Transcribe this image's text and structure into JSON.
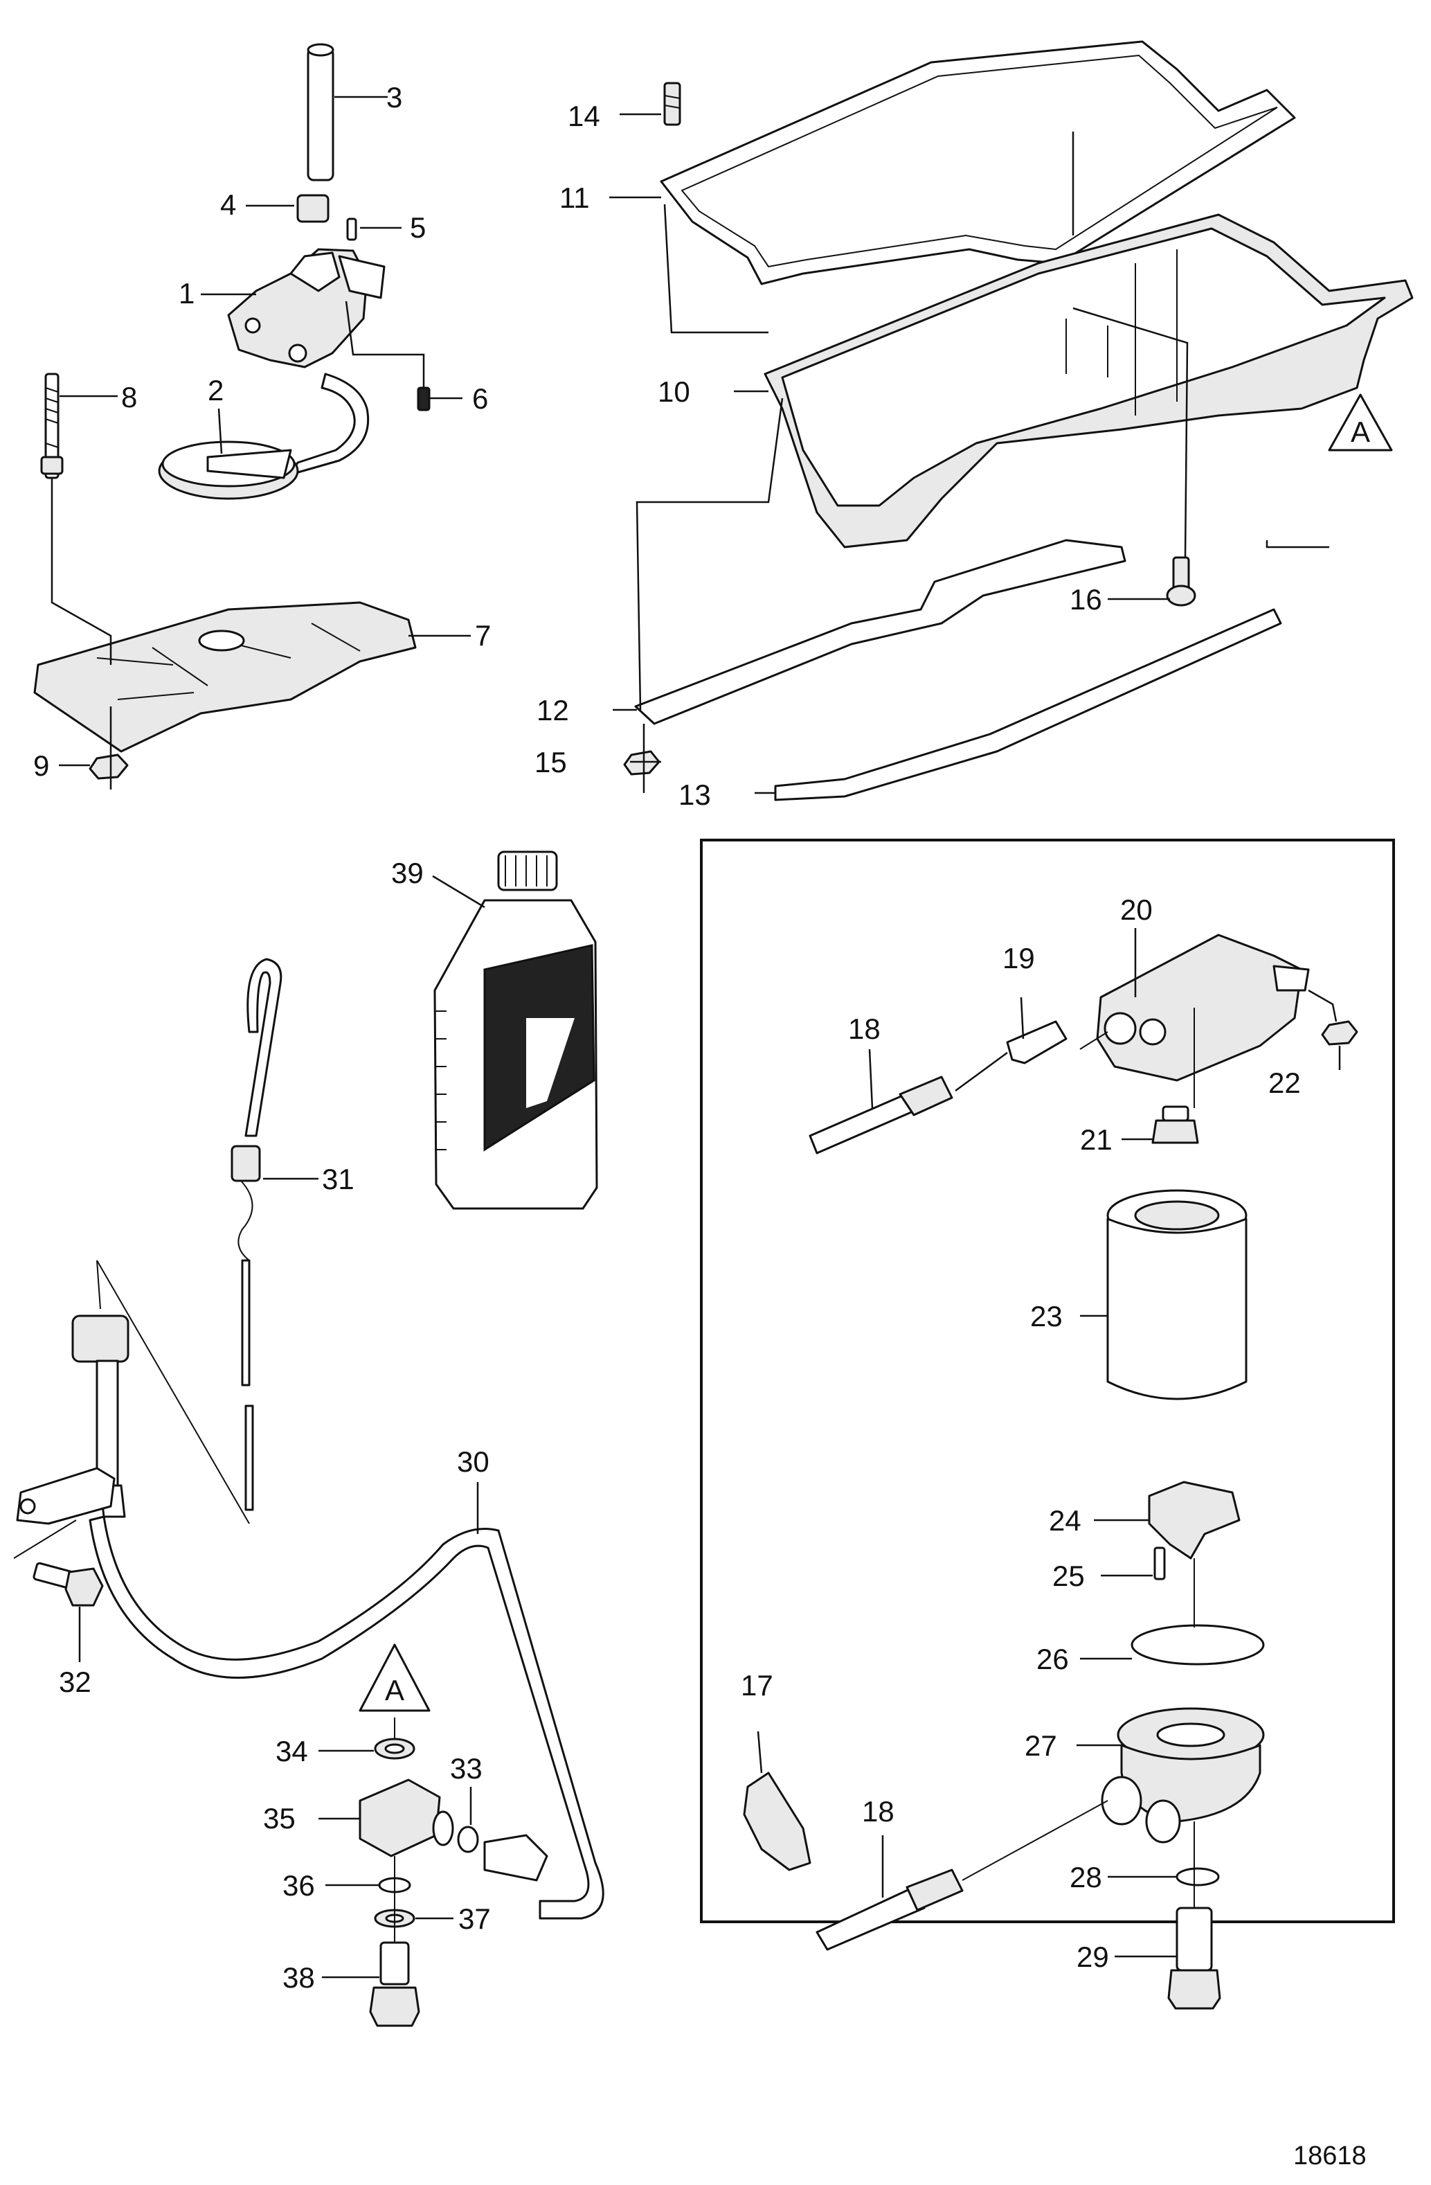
{
  "figure_number": "18618",
  "reference_marker": "A",
  "callouts": [
    {
      "id": "1",
      "label": "1"
    },
    {
      "id": "2",
      "label": "2"
    },
    {
      "id": "3",
      "label": "3"
    },
    {
      "id": "4",
      "label": "4"
    },
    {
      "id": "5",
      "label": "5"
    },
    {
      "id": "6",
      "label": "6"
    },
    {
      "id": "7",
      "label": "7"
    },
    {
      "id": "8",
      "label": "8"
    },
    {
      "id": "9",
      "label": "9"
    },
    {
      "id": "10",
      "label": "10"
    },
    {
      "id": "11",
      "label": "11"
    },
    {
      "id": "12",
      "label": "12"
    },
    {
      "id": "13",
      "label": "13"
    },
    {
      "id": "14",
      "label": "14"
    },
    {
      "id": "15",
      "label": "15"
    },
    {
      "id": "16",
      "label": "16"
    },
    {
      "id": "17",
      "label": "17"
    },
    {
      "id": "18a",
      "label": "18"
    },
    {
      "id": "18b",
      "label": "18"
    },
    {
      "id": "19",
      "label": "19"
    },
    {
      "id": "20",
      "label": "20"
    },
    {
      "id": "21",
      "label": "21"
    },
    {
      "id": "22",
      "label": "22"
    },
    {
      "id": "23",
      "label": "23"
    },
    {
      "id": "24",
      "label": "24"
    },
    {
      "id": "25",
      "label": "25"
    },
    {
      "id": "26",
      "label": "26"
    },
    {
      "id": "27",
      "label": "27"
    },
    {
      "id": "28",
      "label": "28"
    },
    {
      "id": "29",
      "label": "29"
    },
    {
      "id": "30",
      "label": "30"
    },
    {
      "id": "31",
      "label": "31"
    },
    {
      "id": "32",
      "label": "32"
    },
    {
      "id": "33",
      "label": "33"
    },
    {
      "id": "34",
      "label": "34"
    },
    {
      "id": "35",
      "label": "35"
    },
    {
      "id": "36",
      "label": "36"
    },
    {
      "id": "37",
      "label": "37"
    },
    {
      "id": "38",
      "label": "38"
    },
    {
      "id": "39",
      "label": "39"
    }
  ]
}
